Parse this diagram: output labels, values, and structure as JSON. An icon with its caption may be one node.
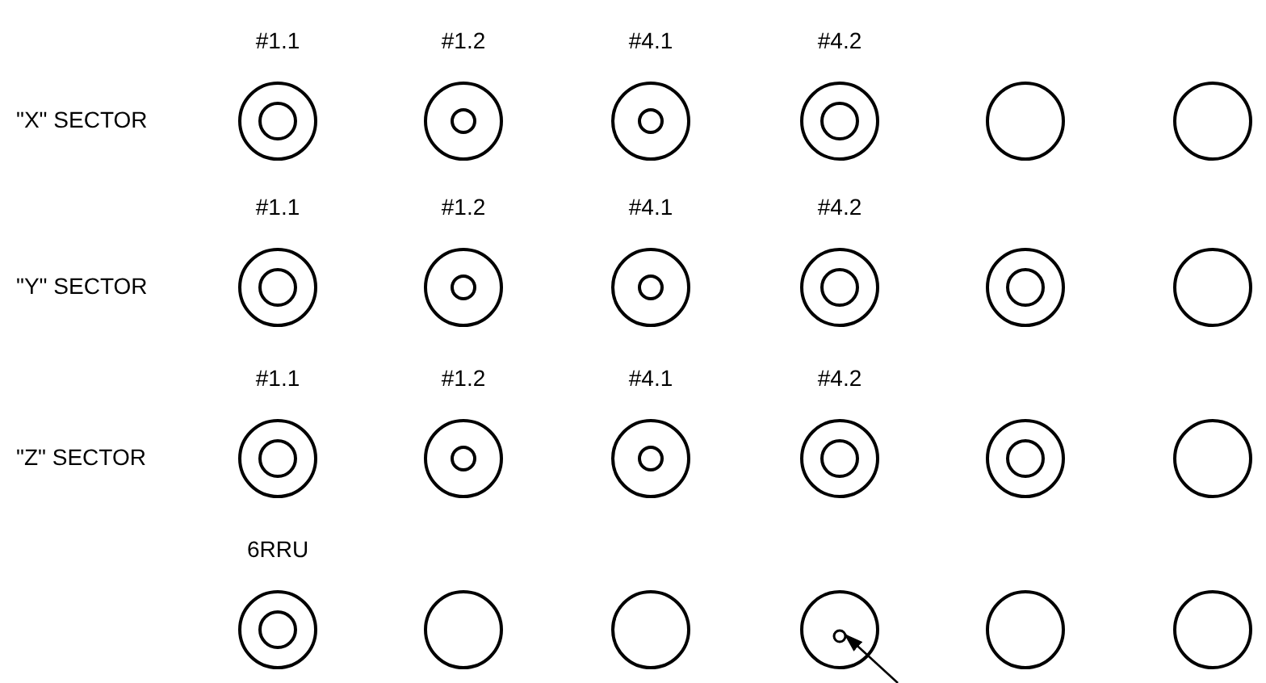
{
  "diagram": {
    "nodes": [
      {
        "text": [
          "#1.1"
        ]
      },
      {
        "text": [
          "#1.2"
        ]
      },
      {
        "text": [
          "#4.1"
        ]
      },
      {
        "text": [
          "#4.2"
        ]
      },
      {
        "text": [],
        "shape": "circle"
      },
      {
        "text": [],
        "shape": "circle"
      },
      {
        "text": [
          "#1.1"
        ]
      },
      {
        "text": [
          "#1.2"
        ]
      },
      {
        "text": [
          "#4.1"
        ]
      },
      {
        "text": [
          "#4.2"
        ]
      },
      {
        "text": [],
        "shape": "circle"
      },
      {
        "text": [],
        "shape": "circle"
      },
      {
        "text": [
          "#1.1"
        ]
      },
      {
        "text": [
          "#1.2"
        ]
      },
      {
        "text": [
          "#4.1"
        ]
      },
      {
        "text": [
          "#4.2"
        ]
      },
      {
        "text": [],
        "shape": "circle"
      },
      {
        "text": [],
        "shape": "circle"
      },
      {
        "text": [
          "6RRU"
        ]
      },
      {
        "text": [],
        "shape": "circle"
      },
      {
        "text": [],
        "shape": "circle"
      },
      {
        "text": [],
        "shape": "circle"
      },
      {
        "text": [],
        "shape": "circle"
      },
      {
        "text": [],
        "shape": "circle"
      },
      {
        "text": [],
        "shape": "circle",
        "in": 21
      }
    ],
    "edges": [
      {
        "from": null,
        "to": 24,
        "arrow": "to"
      }
    ],
    "labels": [
      "\"X\" SECTOR",
      "\"Y\" SECTOR",
      "\"Z\" SECTOR"
    ]
  }
}
